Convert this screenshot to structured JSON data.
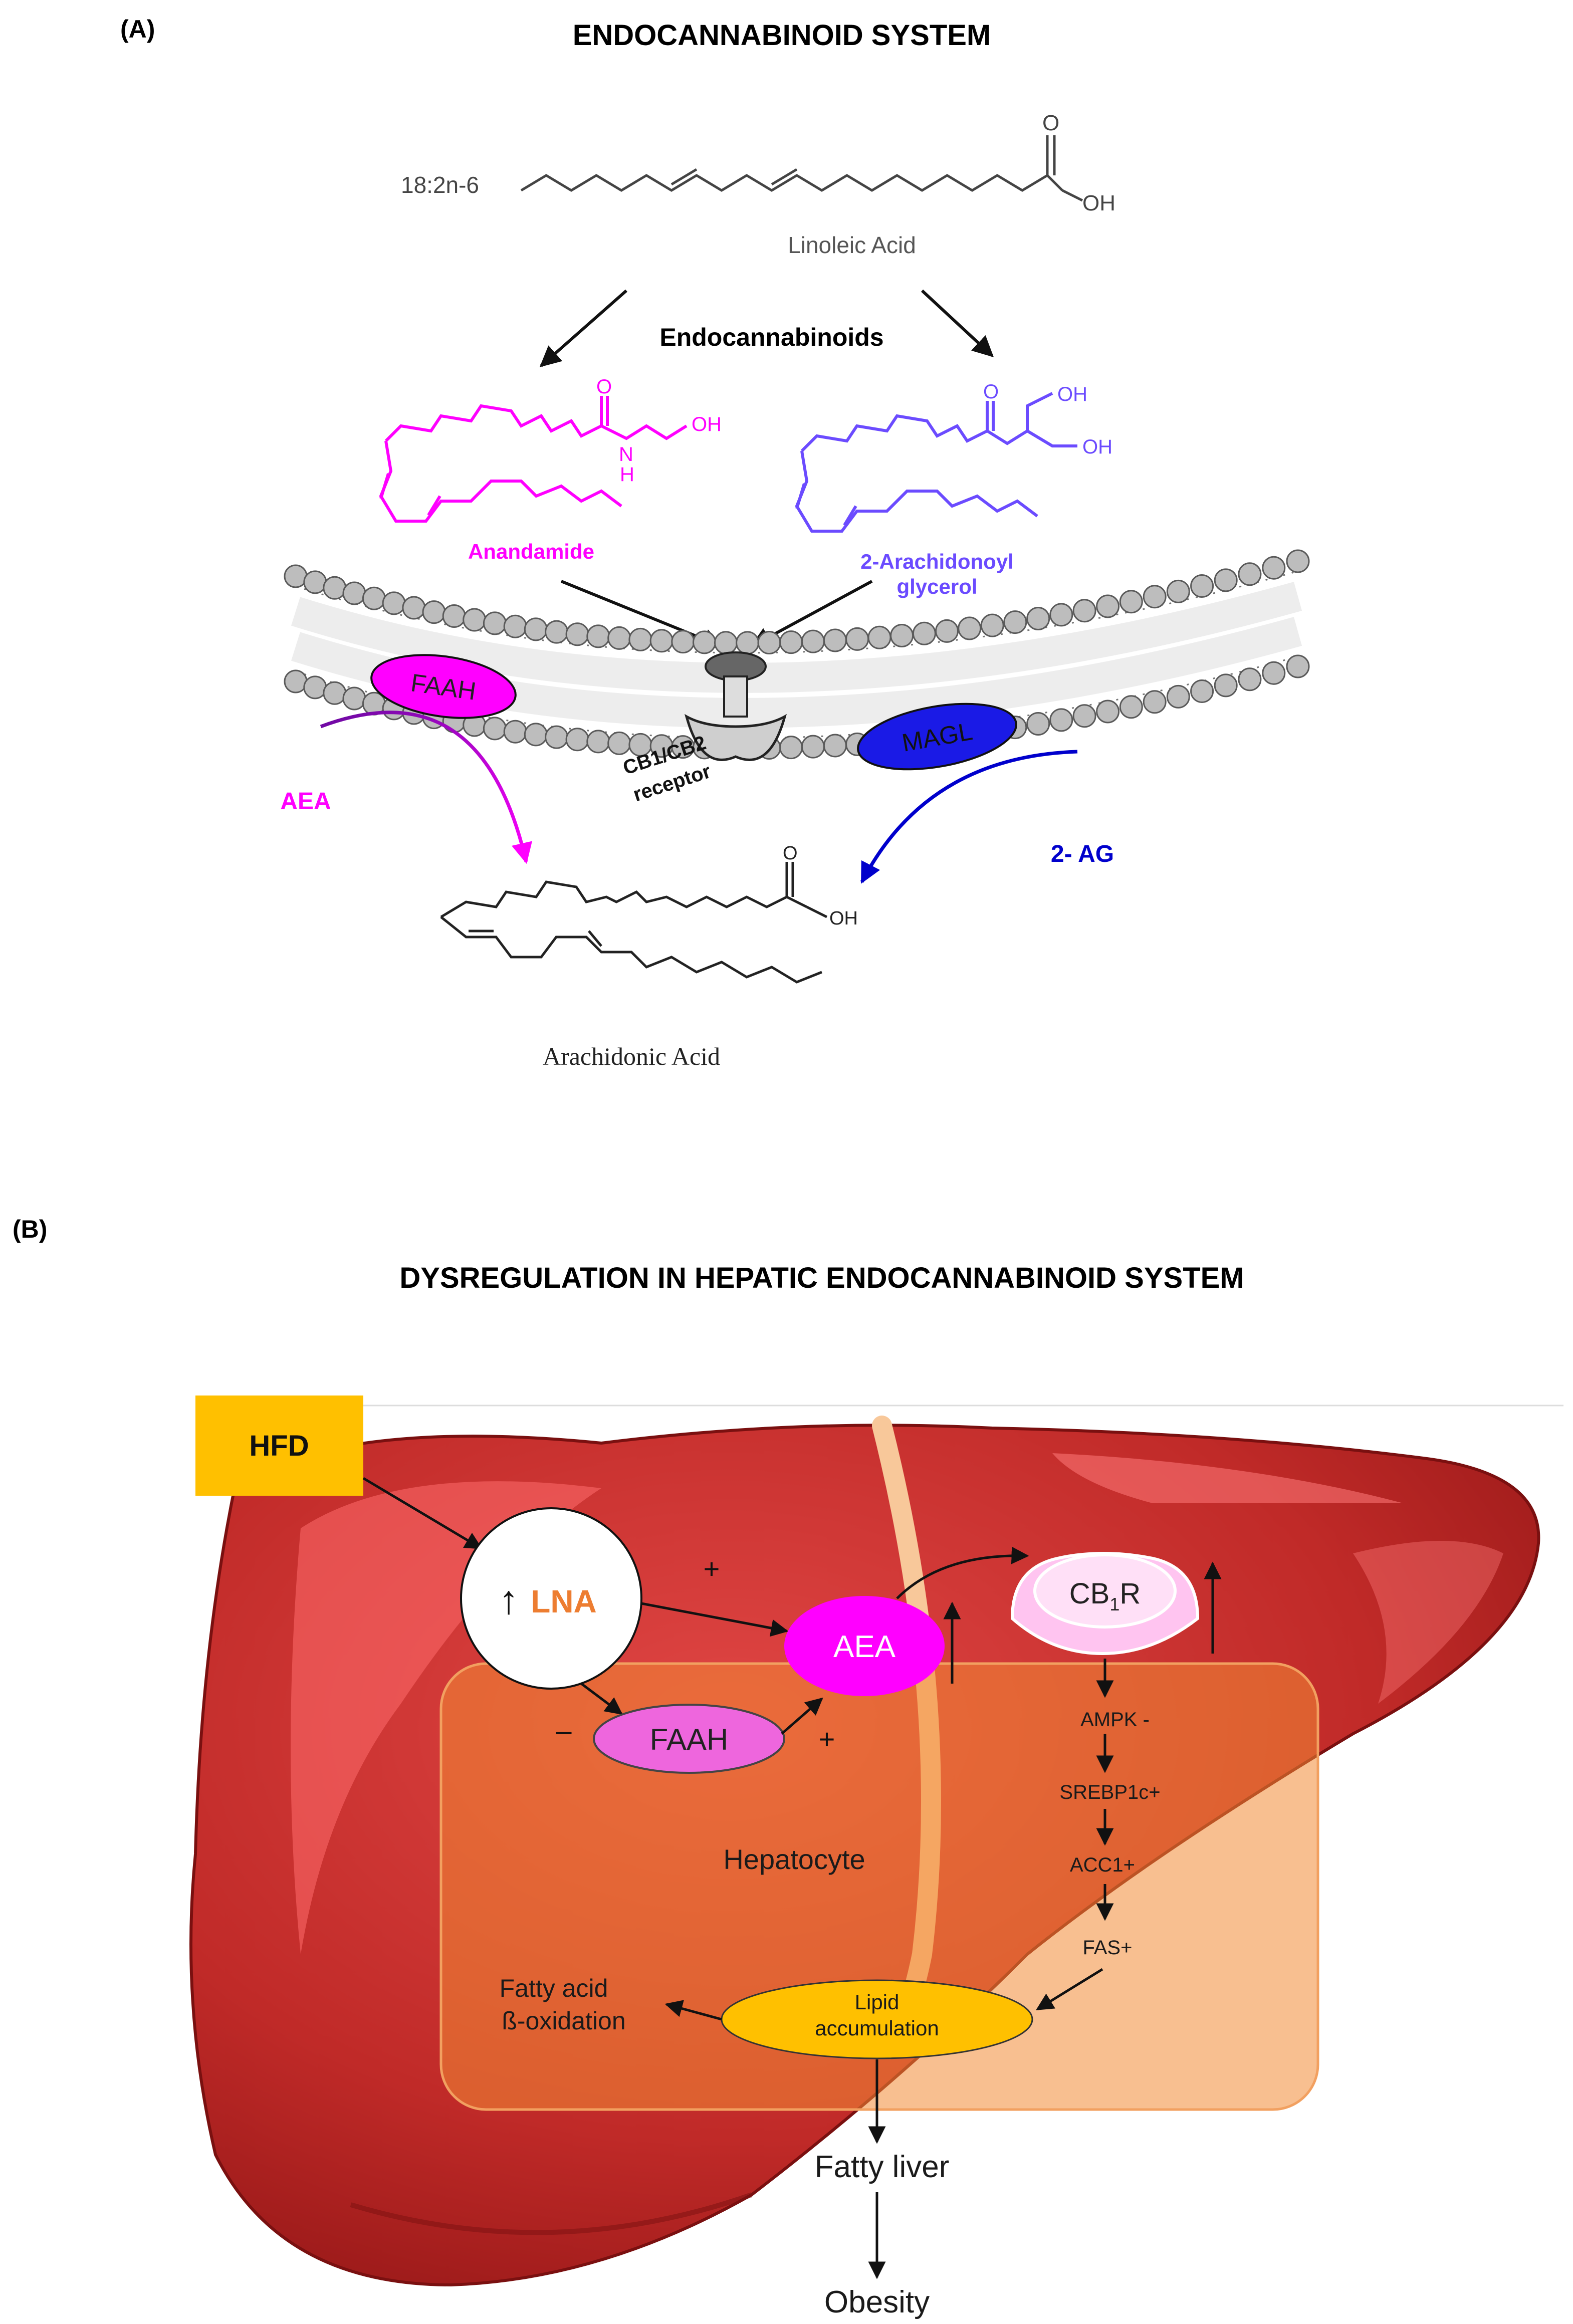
{
  "panel_a": {
    "label": "(A)",
    "title": "ENDOCANNABINOID SYSTEM",
    "linoleic_notation": "18:2n-6",
    "linoleic_name": "Linoleic Acid",
    "oh_label": "OH",
    "o_label": "O",
    "endocannabinoids_label": "Endocannabinoids",
    "anandamide": {
      "name": "Anandamide",
      "n_label": "N",
      "h_label": "H",
      "oh_label": "OH"
    },
    "two_ag": {
      "name_line1": "2-Arachidonoyl",
      "name_line2": "glycerol",
      "oh_label": "OH",
      "o_label": "O"
    },
    "faah_label": "FAAH",
    "magl_label": "MAGL",
    "receptor_line1": "CB1/CB2",
    "receptor_line2": "receptor",
    "aea_label": "AEA",
    "two_ag_short": "2- AG",
    "arachidonic_name": "Arachidonic Acid",
    "colors": {
      "pink": "#ff00ff",
      "purple": "#6b4bff",
      "blue": "#0000cc",
      "membrane": "#999999"
    }
  },
  "panel_b": {
    "label": "(B)",
    "title": "DYSREGULATION IN HEPATIC ENDOCANNABINOID SYSTEM",
    "hfd_label": "HFD",
    "lna_label": "LNA",
    "lna_arrow": "↑",
    "plus_sign": "+",
    "minus_sign": "−",
    "aea_label": "AEA",
    "faah_label": "FAAH",
    "cb1r_main": "CB",
    "cb1r_sub": "1",
    "cb1r_end": "R",
    "cascade": [
      "AMPK -",
      "SREBP1c+",
      "ACC1+",
      "FAS+"
    ],
    "hepatocyte_label": "Hepatocyte",
    "lipid_line1": "Lipid",
    "lipid_line2": "accumulation",
    "fatty_acid_line1": "Fatty acid",
    "fatty_acid_line2": "ß-oxidation",
    "fatty_liver_label": "Fatty liver",
    "obesity_label": "Obesity",
    "colors": {
      "hfd": "#ffc000",
      "lna_text": "#ed7d31",
      "aea": "#ff00ff",
      "faah": "#ee66dd",
      "cb1r": "#ffc4f0",
      "lipid": "#ffc000",
      "liver": "#c02a28",
      "hepatocyte": "#f0802a"
    }
  }
}
